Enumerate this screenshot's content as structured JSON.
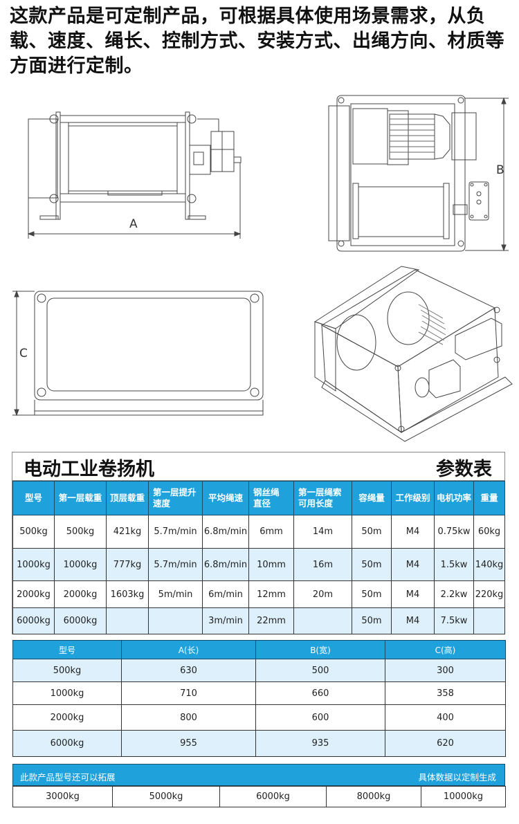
{
  "intro": {
    "text": "这款产品是可定制产品，可根据具体使用场景需求，从负载、速度、绳长、控制方式、安装方式、出绳方向、材质等方面进行定制。"
  },
  "drawings": {
    "front_view_label": "A",
    "side_view_label": "B",
    "end_view_label": "C"
  },
  "spec_table": {
    "title": "电动工业卷扬机",
    "title_right": "参数表",
    "headers": [
      "型号",
      "第一层载重",
      "顶层载重",
      "第一层提升速度",
      "平均绳速",
      "钢丝绳直径",
      "第一层绳索可用长度",
      "容绳量",
      "工作级别",
      "电机功率",
      "重量"
    ],
    "header_lines": [
      [
        "型号"
      ],
      [
        "第一层载重"
      ],
      [
        "顶层载重"
      ],
      [
        "第一层提升",
        "速度"
      ],
      [
        "平均绳速"
      ],
      [
        "钢丝绳",
        "直径"
      ],
      [
        "第一层绳索",
        "可用长度"
      ],
      [
        "容绳量"
      ],
      [
        "工作级别"
      ],
      [
        "电机功率"
      ],
      [
        "重量"
      ]
    ],
    "rows": [
      [
        "500kg",
        "500kg",
        "421kg",
        "5.7m/min",
        "6.8m/min",
        "6mm",
        "14m",
        "50m",
        "M4",
        "0.75kw",
        "60kg"
      ],
      [
        "1000kg",
        "1000kg",
        "777kg",
        "5.7m/min",
        "6.8m/min",
        "10mm",
        "16m",
        "50m",
        "M4",
        "1.5kw",
        "140kg"
      ],
      [
        "2000kg",
        "2000kg",
        "1603kg",
        "5m/min",
        "6m/min",
        "12mm",
        "20m",
        "50m",
        "M4",
        "2.2kw",
        "220kg"
      ],
      [
        "6000kg",
        "6000kg",
        "",
        "",
        "3m/min",
        "22mm",
        "",
        "50m",
        "M4",
        "7.5kw",
        ""
      ]
    ]
  },
  "dimension_table": {
    "headers": [
      "型号",
      "A(长)",
      "B(宽)",
      "C(高)"
    ],
    "rows": [
      [
        "500kg",
        "630",
        "500",
        "300"
      ],
      [
        "1000kg",
        "710",
        "660",
        "358"
      ],
      [
        "2000kg",
        "800",
        "600",
        "400"
      ],
      [
        "6000kg",
        "955",
        "935",
        "620"
      ]
    ]
  },
  "extension": {
    "header_left": "此款产品型号还可以拓展",
    "header_right": "具体数据以定制生成",
    "models": [
      "3000kg",
      "5000kg",
      "6000kg",
      "8000kg",
      "10000kg"
    ]
  },
  "colors": {
    "header_blue": "#1fa2dc",
    "row_light_blue": "#ddf0fb",
    "border": "#333333"
  }
}
